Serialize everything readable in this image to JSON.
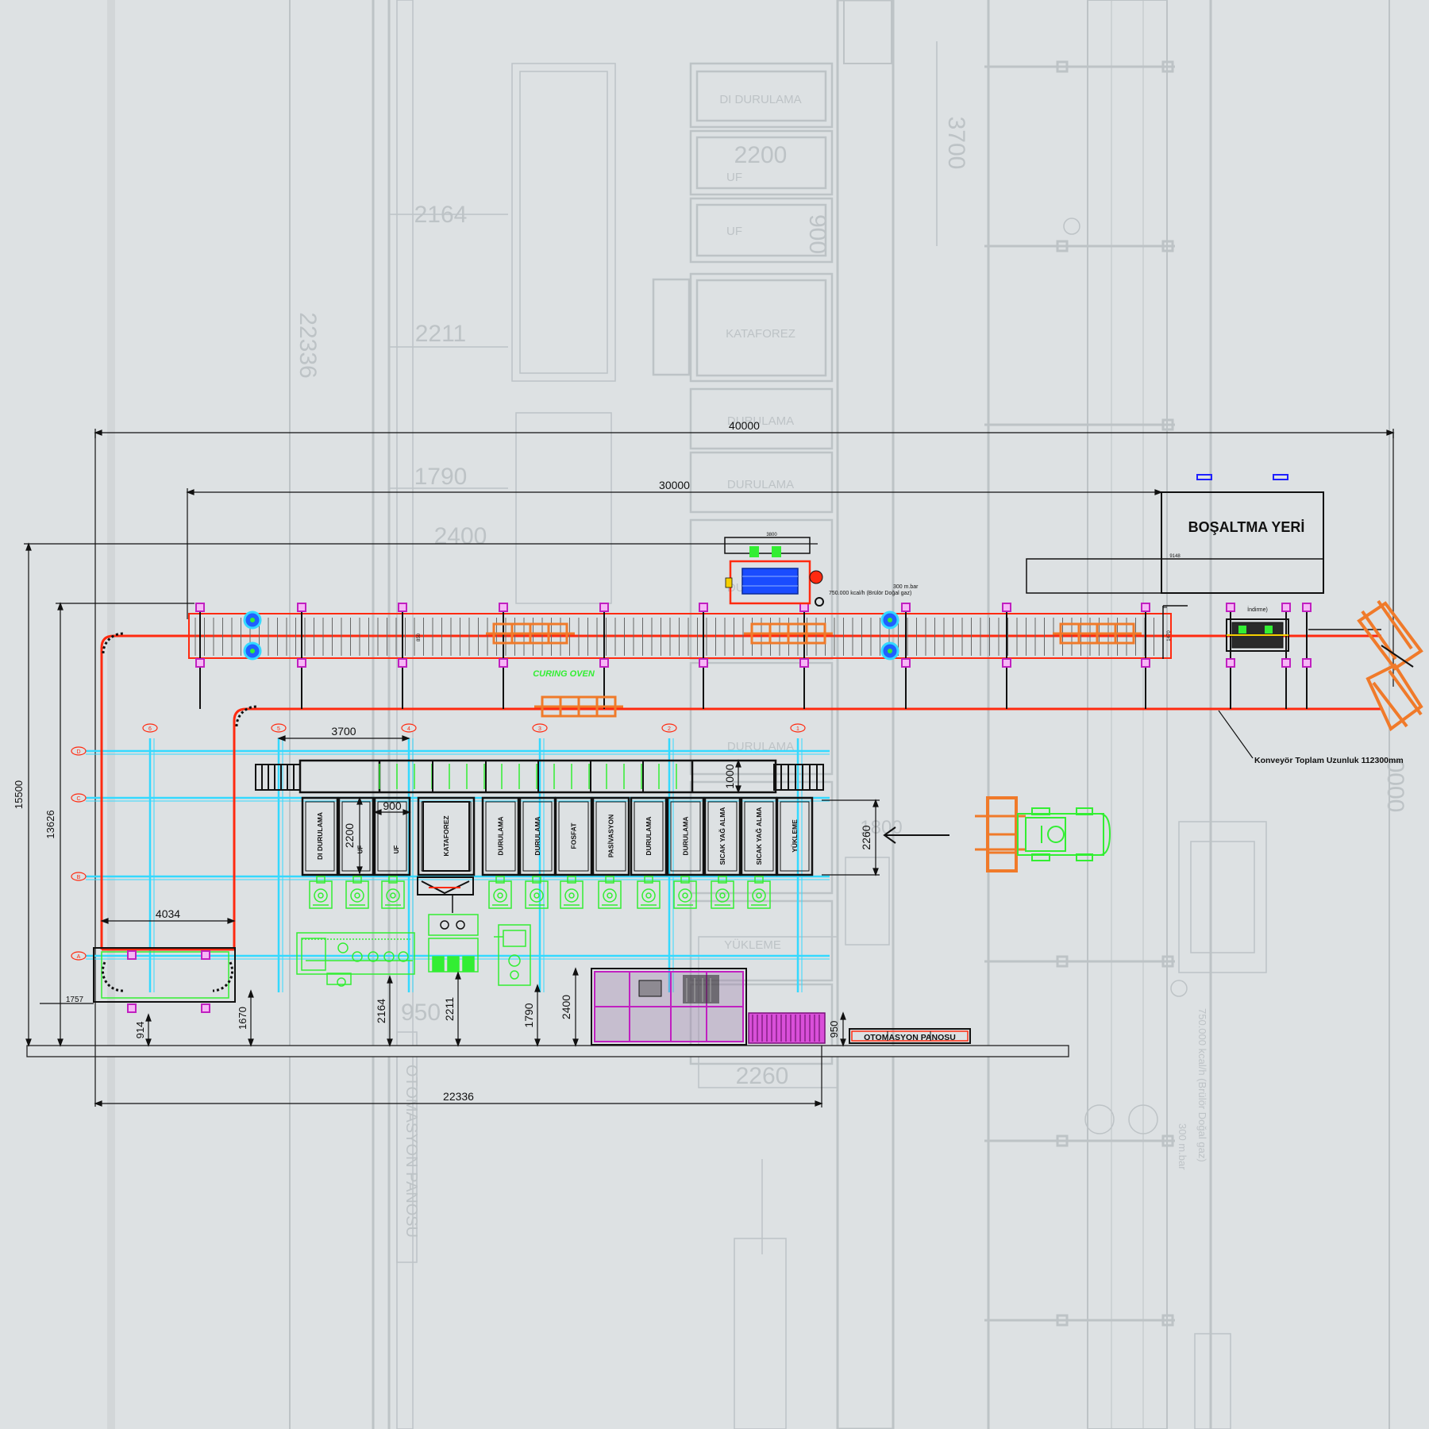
{
  "colors": {
    "background": "#dde1e3",
    "conveyor": "#ff2a10",
    "axis_grid": "#34d9ff",
    "equipment": "#33ee33",
    "transfer_car": "#f07a2a",
    "column_marker": "#e020e0",
    "dimension": "#111111",
    "ghost": "#b8bdc1"
  },
  "background_ghost": {
    "tanks": [
      "DI DURULAMA",
      "UF",
      "UF",
      "KATAFOREZ",
      "DURULAMA",
      "DURULAMA",
      "DURULAMA",
      "DURULAMA",
      "YÜKLEME"
    ],
    "dims": [
      "3700",
      "2200",
      "900",
      "2164",
      "2211",
      "1790",
      "2400",
      "22336",
      "950",
      "2260",
      "1800",
      "0000"
    ],
    "panel_label": "OTOMASYON PANOSU",
    "burner_note": "750.000 kcal/h (Brülör Doğal gaz)",
    "pressure_note": "300 m.bar"
  },
  "dimensions": {
    "overall_length": "40000",
    "oven_length": "30000",
    "plant_width": "15500",
    "conveyor_width": "13626",
    "bottom_length": "22336",
    "loop_width": "4034",
    "tank_span": "3700",
    "tank_width": "900",
    "tank_depth": "2200",
    "line_depth": "2260",
    "canopy_height": "1000",
    "offset_1757": "1757",
    "offset_914": "914",
    "offset_1670": "1670",
    "offset_2164": "2164",
    "offset_2211": "2211",
    "offset_1790": "1790",
    "offset_2400": "2400",
    "offset_950": "950"
  },
  "labels": {
    "unloading_area": "BOŞALTMA YERİ",
    "curing_oven": "CURING OVEN",
    "conveyor_length": "Konveyör Toplam Uzunluk 112300mm",
    "automation_panel": "OTOMASYON PANOSU",
    "burner_capacity": "750.000 kcal/h (Brülör Doğal gaz)",
    "burner_pressure": "300 m.bar",
    "indirme": "İndirme)",
    "burner_width": "3800",
    "unloading_depth": "9148",
    "oven_gap": "850",
    "transfer_gap": "1470"
  },
  "tanks": [
    {
      "name": "DI DURULAMA",
      "sub": ""
    },
    {
      "name": "",
      "sub": "UF"
    },
    {
      "name": "",
      "sub": "UF"
    },
    {
      "name": "KATAFOREZ",
      "sub": ""
    },
    {
      "name": "DURULAMA",
      "sub": ""
    },
    {
      "name": "DURULAMA",
      "sub": ""
    },
    {
      "name": "FOSFAT",
      "sub": ""
    },
    {
      "name": "PASİVASYON",
      "sub": ""
    },
    {
      "name": "DURULAMA",
      "sub": ""
    },
    {
      "name": "DURULAMA",
      "sub": ""
    },
    {
      "name": "SICAK YAĞ ALMA",
      "sub": ""
    },
    {
      "name": "SICAK YAĞ ALMA",
      "sub": ""
    },
    {
      "name": "YÜKLEME",
      "sub": ""
    }
  ],
  "grid_rows": [
    "D",
    "C",
    "B",
    "A"
  ],
  "grid_cols": [
    "6",
    "5",
    "4",
    "3",
    "2",
    "1"
  ]
}
